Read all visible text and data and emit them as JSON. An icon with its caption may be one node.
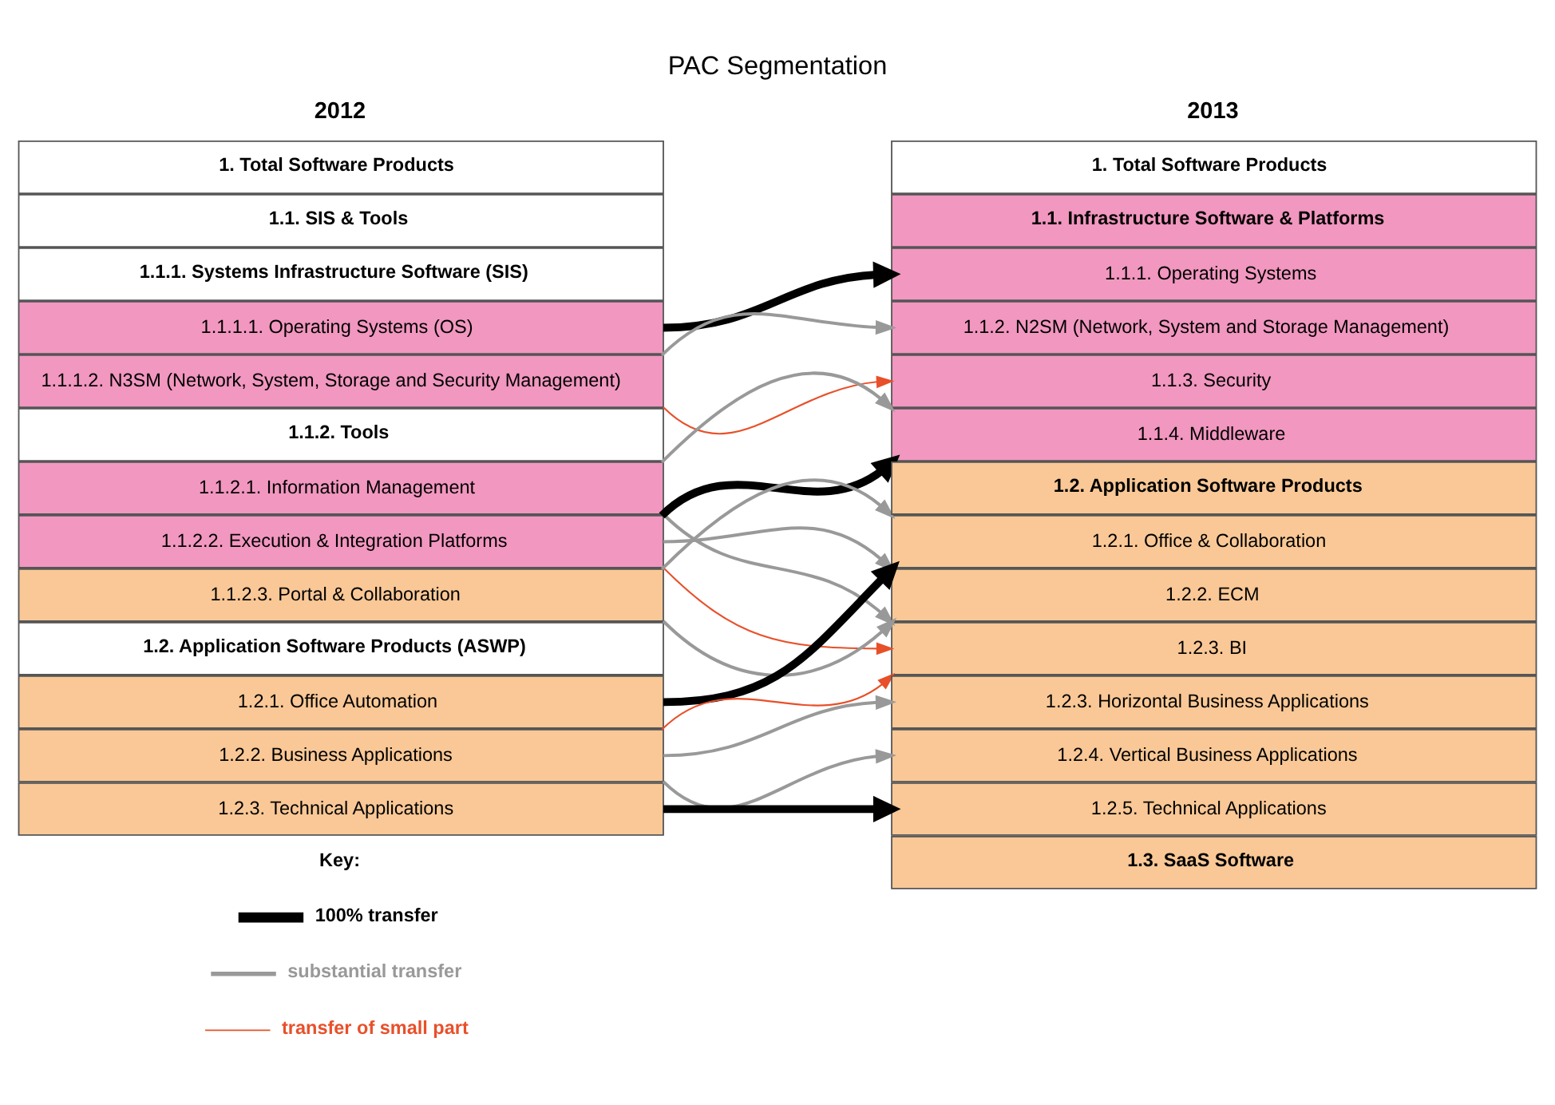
{
  "diagram": {
    "title": "PAC Segmentation",
    "nodes": [
      {
        "text": [
          "1. Total Software Products"
        ]
      },
      {
        "text": [
          "1.1. SIS & Tools"
        ]
      },
      {
        "text": [
          "1.1.1. Systems Infrastructure Software (SIS)"
        ]
      },
      {
        "text": [
          "1.1.1.1. Operating Systems (OS)"
        ]
      },
      {
        "text": [
          "1.1.1.2. N3SM (Network, System, Storage and Security Management)"
        ]
      },
      {
        "text": [
          "1.1.2. Tools"
        ]
      },
      {
        "text": [
          "1.1.2.1. Information Management"
        ]
      },
      {
        "text": [
          "1.1.2.2. Execution & Integration Platforms"
        ]
      },
      {
        "text": [
          "1.1.2.3. Portal & Collaboration"
        ]
      },
      {
        "text": [
          "1.2. Application Software Products (ASWP)"
        ]
      },
      {
        "text": [
          "1.2.1. Office Automation"
        ]
      },
      {
        "text": [
          "1.2.2. Business Applications"
        ]
      },
      {
        "text": [
          "1.2.3. Technical Applications"
        ]
      },
      {
        "text": [
          "1. Total Software Products"
        ]
      },
      {
        "text": [
          "1.1. Infrastructure Software & Platforms"
        ]
      },
      {
        "text": [
          "1.1.1. Operating Systems"
        ]
      },
      {
        "text": [
          "1.1.2. N2SM (Network, System and Storage Management)"
        ]
      },
      {
        "text": [
          "1.1.3. Security"
        ]
      },
      {
        "text": [
          "1.1.4. Middleware"
        ]
      },
      {
        "text": [
          "1.2. Application Software Products"
        ]
      },
      {
        "text": [
          "1.2.1. Office & Collaboration"
        ]
      },
      {
        "text": [
          "1.2.2. ECM"
        ]
      },
      {
        "text": [
          "1.2.3. BI"
        ]
      },
      {
        "text": [
          "1.2.3. Horizontal Business Applications"
        ]
      },
      {
        "text": [
          "1.2.4. Vertical Business Applications"
        ]
      },
      {
        "text": [
          "1.2.5. Technical Applications"
        ]
      },
      {
        "text": [
          "1.3. SaaS Software"
        ]
      }
    ],
    "edges": [
      {
        "from": 3,
        "to": 15,
        "arrow": "to",
        "style": "thick",
        "color": "#000000"
      },
      {
        "from": 4,
        "to": 16,
        "arrow": "to"
      },
      {
        "from": 4,
        "to": 17,
        "arrow": "to",
        "color": "#e8502a"
      },
      {
        "from": 6,
        "to": 18,
        "arrow": "to"
      },
      {
        "from": 6,
        "to": 22,
        "arrow": "to"
      },
      {
        "from": 7,
        "to": 18,
        "arrow": "to",
        "style": "thick",
        "color": "#000000"
      },
      {
        "from": 7,
        "to": 21,
        "arrow": "to"
      },
      {
        "from": 7,
        "to": 22,
        "arrow": "to",
        "color": "#e8502a"
      },
      {
        "from": 8,
        "to": 20,
        "arrow": "to"
      },
      {
        "from": 8,
        "to": 21,
        "arrow": "to"
      },
      {
        "from": 10,
        "to": 20,
        "arrow": "to",
        "style": "thick",
        "color": "#000000"
      },
      {
        "from": 11,
        "to": 22,
        "arrow": "to",
        "color": "#e8502a"
      },
      {
        "from": 11,
        "to": 23,
        "arrow": "to"
      },
      {
        "from": 11,
        "to": 24,
        "arrow": "to"
      },
      {
        "from": 12,
        "to": 25,
        "arrow": "to",
        "style": "thick",
        "color": "#000000"
      }
    ],
    "labels": [
      "2012",
      "2013",
      "Key:"
    ],
    "legend": [
      {
        "text": "100% transfer"
      },
      {
        "text": "substantial transfer"
      },
      {
        "text": "transfer of small part"
      }
    ]
  }
}
